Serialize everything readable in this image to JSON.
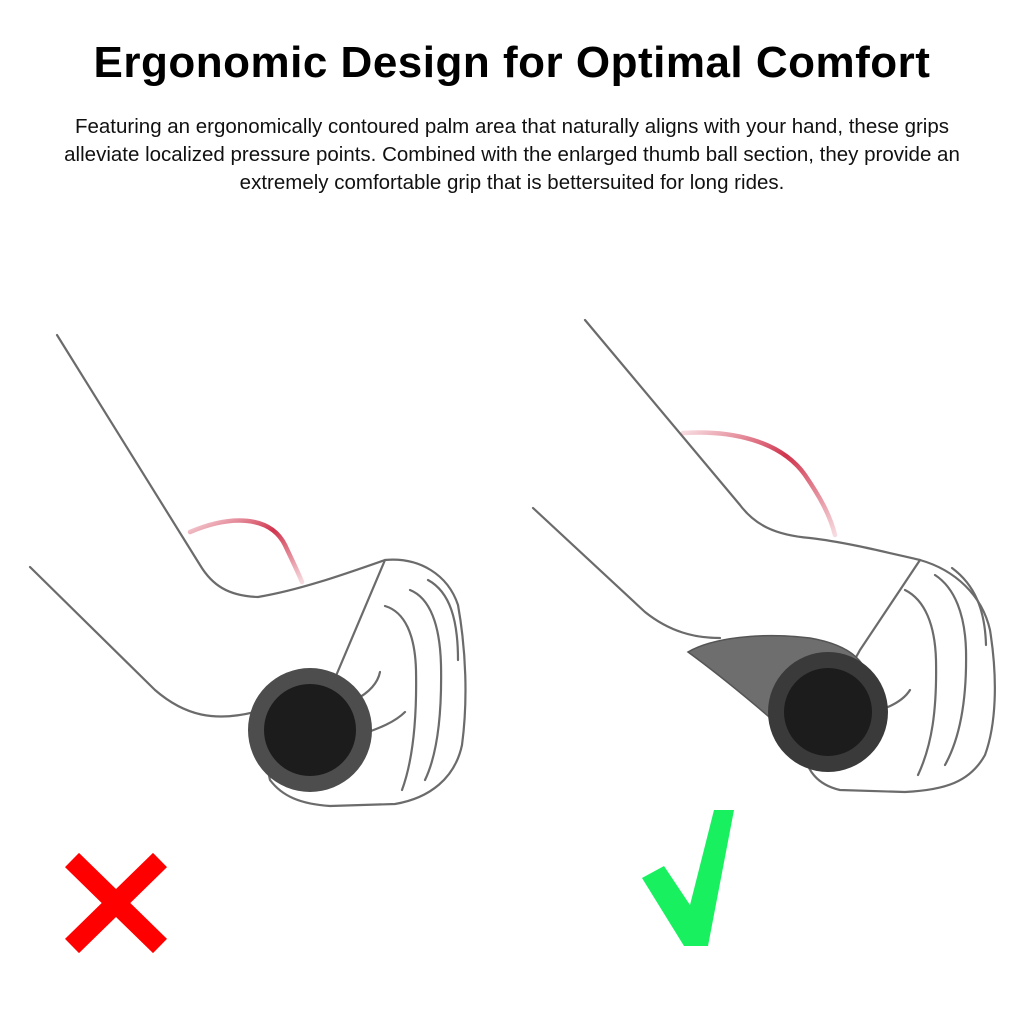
{
  "heading": "Ergonomic Design for Optimal Comfort",
  "description": "Featuring an ergonomically contoured palm area that naturally aligns with your hand, these grips alleviate localized pressure points.  Combined with the enlarged thumb ball section, they provide an extremely comfortable grip that is bettersuited for long rides.",
  "colors": {
    "line": "#6b6b6b",
    "pressure": "#c8102e",
    "grip_outer": "#4d4d4d",
    "grip_inner": "#1c1c1c",
    "palm_rest": "#6e6e6e",
    "wrong_mark": "#ff0000",
    "right_mark": "#19f060"
  },
  "panels": [
    {
      "label": "standard-grip",
      "mark": "cross-icon"
    },
    {
      "label": "ergonomic-grip",
      "mark": "check-icon"
    }
  ]
}
